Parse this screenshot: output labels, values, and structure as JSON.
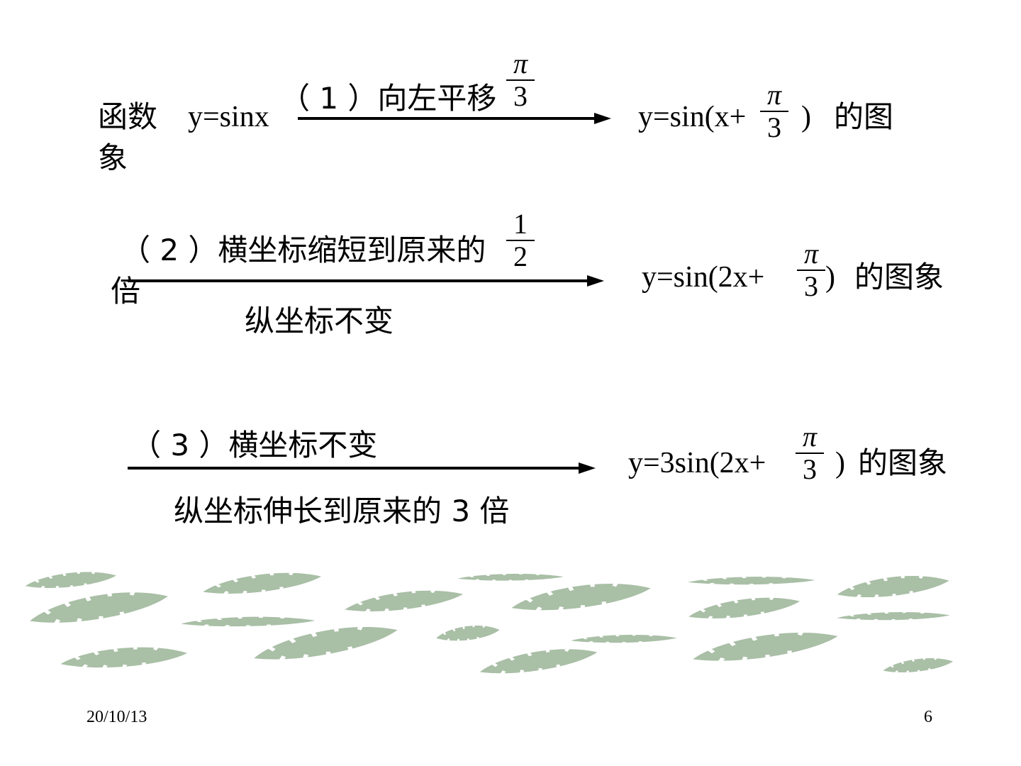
{
  "row1": {
    "prefix": "函数",
    "prefix_line2": "象",
    "source": "y=sinx",
    "step": "（ 1 ）向左平移",
    "step_frac": {
      "num": "π",
      "den": "3"
    },
    "result_pre": "y=sin(x+",
    "result_frac": {
      "num": "π",
      "den": "3"
    },
    "result_post": ")",
    "result_tail": "的图"
  },
  "row2": {
    "step": "（ 2 ）横坐标缩短到原来的",
    "step_frac": {
      "num": "1",
      "den": "2"
    },
    "step_tail": "倍",
    "below": "纵坐标不变",
    "result_pre": "y=sin(2x+",
    "result_frac": {
      "num": "π",
      "den": "3"
    },
    "result_post": ")",
    "result_tail": "的图象"
  },
  "row3": {
    "step": "（ 3 ）横坐标不变",
    "below": "纵坐标伸长到原来的 3 倍",
    "result_pre": "y=3sin(2x+",
    "result_frac": {
      "num": "π",
      "den": "3"
    },
    "result_post": ")",
    "result_tail": "的图象"
  },
  "footer": {
    "date": "20/10/13",
    "page": "6"
  },
  "colors": {
    "leaf": "#a9bfa6",
    "text": "#000000"
  },
  "decoration": "leaf-pattern"
}
